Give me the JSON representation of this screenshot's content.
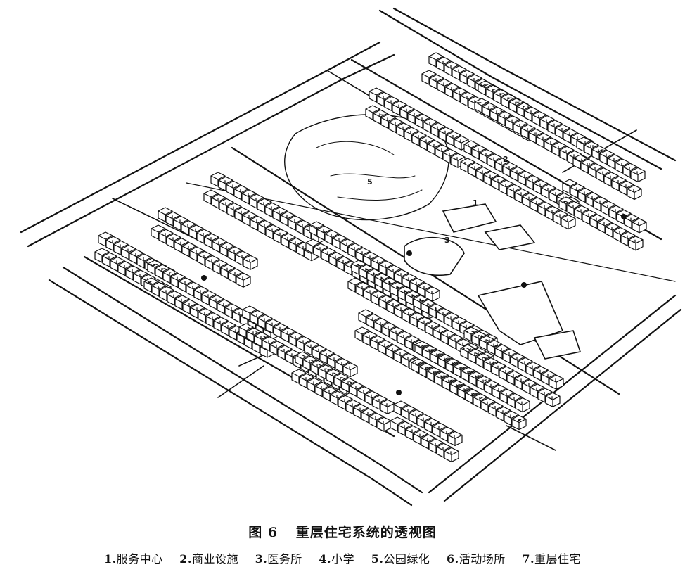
{
  "figure": {
    "number": "图 6",
    "title": "重层住宅系统的透视图"
  },
  "legend": [
    {
      "num": "1.",
      "label": "服务中心"
    },
    {
      "num": "2.",
      "label": "商业设施"
    },
    {
      "num": "3.",
      "label": "医务所"
    },
    {
      "num": "4.",
      "label": "小学"
    },
    {
      "num": "5.",
      "label": "公园绿化"
    },
    {
      "num": "6.",
      "label": "活动场所"
    },
    {
      "num": "7.",
      "label": "重层住宅"
    }
  ],
  "map_labels": [
    "1",
    "2",
    "3",
    "5"
  ],
  "colors": {
    "ink": "#111111",
    "paper": "#ffffff"
  }
}
